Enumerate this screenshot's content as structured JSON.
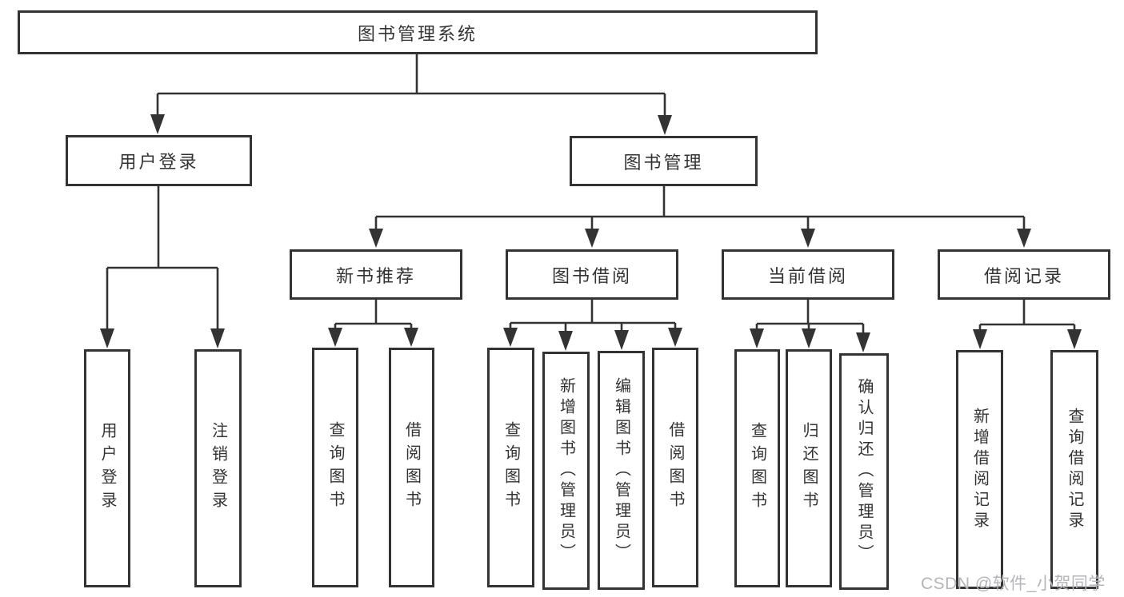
{
  "org_chart": {
    "root": {
      "label": "图书管理系统"
    },
    "level2": [
      {
        "label": "用户登录",
        "children": [
          "用户登录",
          "注销登录"
        ]
      },
      {
        "label": "图书管理"
      }
    ],
    "level3": [
      {
        "label": "新书推荐",
        "children": [
          "查询图书",
          "借阅图书"
        ]
      },
      {
        "label": "图书借阅",
        "children": [
          "查询图书",
          "新增图书（管理员）",
          "编辑图书（管理员）",
          "借阅图书"
        ]
      },
      {
        "label": "当前借阅",
        "children": [
          "查询图书",
          "归还图书",
          "确认归还（管理员）"
        ]
      },
      {
        "label": "借阅记录",
        "children": [
          "新增借阅记录",
          "查询借阅记录"
        ]
      }
    ]
  },
  "watermark": "CSDN @软件_小贺同学",
  "colors": {
    "line": "#333333",
    "node_text": "#333333",
    "node_background": "#ffffff",
    "watermark_text": "#b5b5b9",
    "page_background": "#ffffff"
  }
}
